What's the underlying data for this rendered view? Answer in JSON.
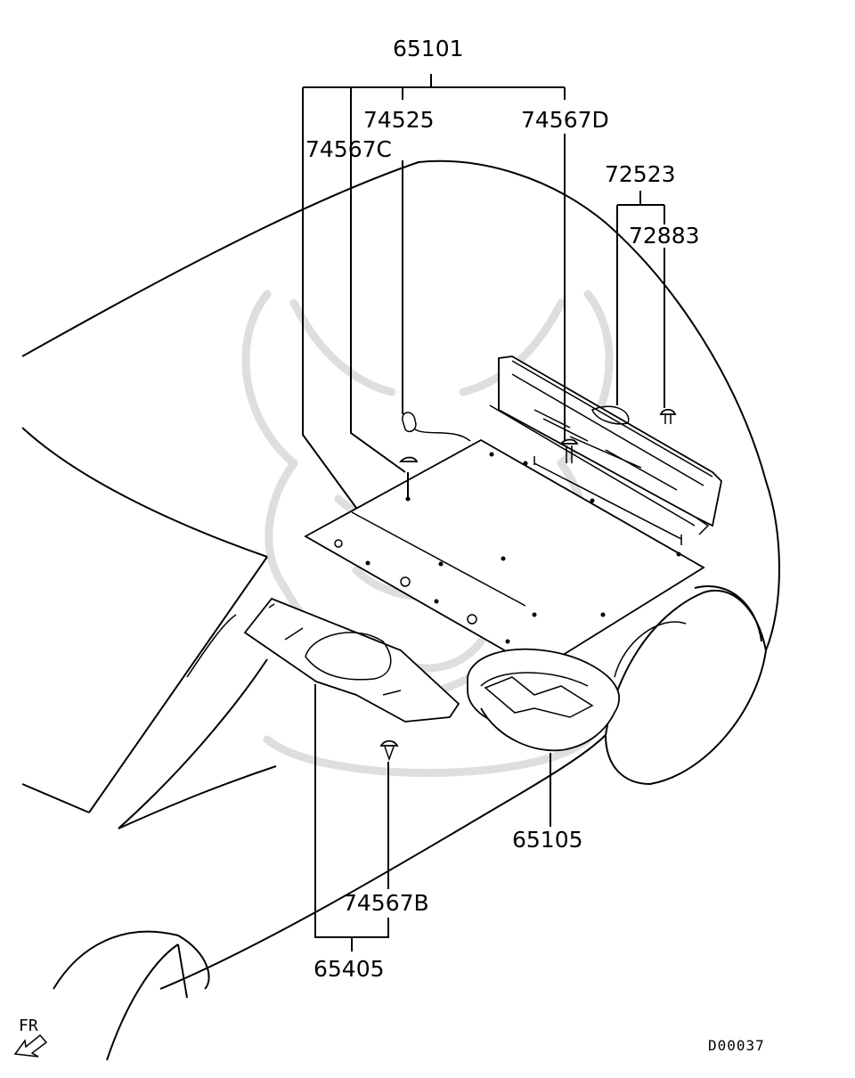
{
  "labels": {
    "p65101": "65101",
    "p74525": "74525",
    "p74567D": "74567D",
    "p74567C": "74567C",
    "p72523": "72523",
    "p72883": "72883",
    "p65105": "65105",
    "p74567B": "74567B",
    "p65405": "65405",
    "fr": "FR",
    "diagram_code": "D00037"
  },
  "colors": {
    "line": "#000000",
    "background": "#ffffff",
    "watermark": "#d9d9d9"
  },
  "icons": {
    "direction": "front-direction-arrow-icon",
    "watermark": "crest-watermark"
  }
}
